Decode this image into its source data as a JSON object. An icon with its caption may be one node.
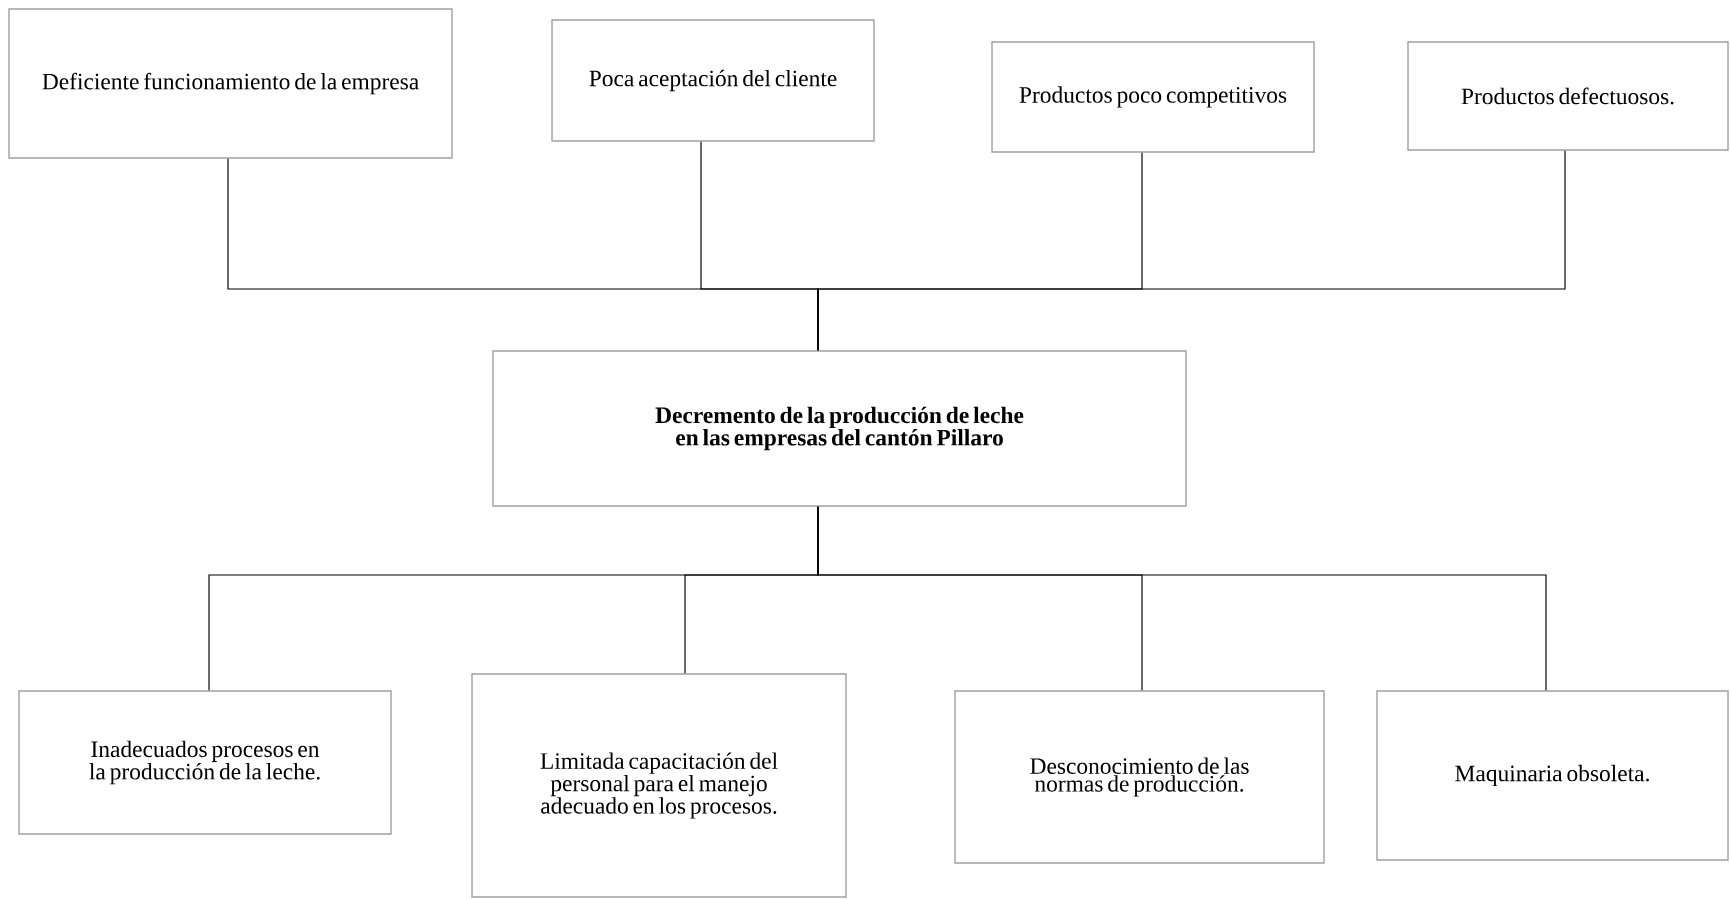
{
  "diagram": {
    "nodes": [
      {
        "text": [
          "Deficiente funcionamiento de la empresa"
        ]
      },
      {
        "text": [
          "Poca aceptación del cliente"
        ]
      },
      {
        "text": [
          "Productos poco competitivos"
        ]
      },
      {
        "text": [
          "Productos defectuosos."
        ]
      },
      {
        "text": [
          "Decremento de la producción de leche en las empresas del cantón Pillaro"
        ]
      },
      {
        "text": [
          "Inadecuados procesos en la producción de la leche."
        ]
      },
      {
        "text": [
          "Limitada capacitación del personal para el manejo adecuado en los procesos."
        ]
      },
      {
        "text": [
          "Desconocimiento de las normas de producción."
        ]
      },
      {
        "text": [
          "Maquinaria obsoleta."
        ]
      }
    ],
    "edges": [
      {
        "from": 4,
        "to": 0,
        "arrow": "none"
      },
      {
        "from": 4,
        "to": 1,
        "arrow": "none"
      },
      {
        "from": 4,
        "to": 2,
        "arrow": "none"
      },
      {
        "from": 4,
        "to": 3,
        "arrow": "none"
      },
      {
        "from": 5,
        "to": 4,
        "arrow": "none"
      },
      {
        "from": 6,
        "to": 4,
        "arrow": "none"
      },
      {
        "from": 7,
        "to": 4,
        "arrow": "none"
      },
      {
        "from": 8,
        "to": 4,
        "arrow": "none"
      }
    ]
  }
}
